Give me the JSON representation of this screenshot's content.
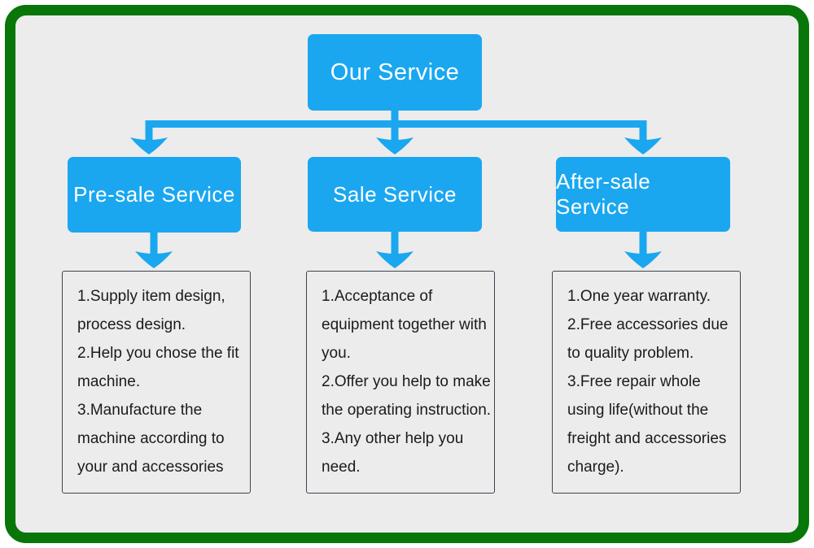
{
  "diagram": {
    "root": {
      "title": "Our Service"
    },
    "branches": [
      {
        "label": "Pre-sale Service",
        "items": [
          "1.Supply item design, process design.",
          "2.Help you chose the fit machine.",
          "3.Manufacture the machine according to your and accessories"
        ]
      },
      {
        "label": "Sale Service",
        "items": [
          "1.Acceptance of equipment together with you.",
          "2.Offer you help to make the operating instruction.",
          "3.Any other help you need."
        ]
      },
      {
        "label": "After-sale Service",
        "items": [
          "1.One year warranty.",
          "2.Free accessories due to quality problem.",
          "3.Free repair whole using life(without the freight and accessories charge)."
        ]
      }
    ],
    "colors": {
      "accent_blue": "#1aa7f0",
      "frame_green": "#087608",
      "canvas_gray": "#ececec",
      "detail_border": "#3c4450",
      "text_dark": "#1b1b1b",
      "text_light": "#ffffff"
    }
  }
}
